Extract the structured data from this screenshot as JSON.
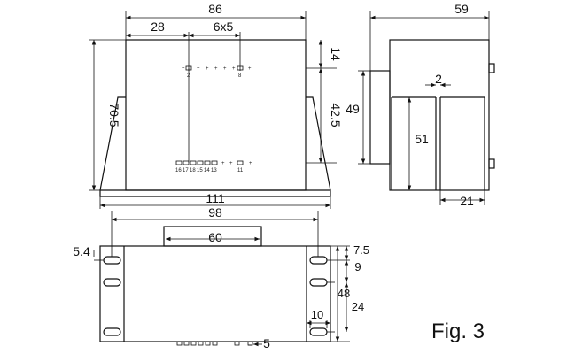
{
  "figure_label": "Fig. 3",
  "front_view": {
    "width": "86",
    "pin_offset": "28",
    "pin_pitch": "6x5",
    "height_total": "70.5",
    "top_offset": "14",
    "pin_row_spacing": "42.5",
    "top_pins": [
      {
        "label": "2"
      },
      {
        "label": "8"
      }
    ],
    "bottom_pins": [
      {
        "label": "16"
      },
      {
        "label": "17"
      },
      {
        "label": "18"
      },
      {
        "label": "15"
      },
      {
        "label": "14"
      },
      {
        "label": "13"
      },
      {
        "label": "11"
      }
    ],
    "base_width": "111"
  },
  "side_view": {
    "depth": "59",
    "height": "49",
    "inner_height": "51",
    "wall_thickness": "2",
    "leg_width": "21"
  },
  "bottom_view": {
    "mount_spacing": "98",
    "center_width": "60",
    "left_edge": "5.4",
    "slot_offset_top": "7.5",
    "slot_pitch": "9",
    "body_depth": "48",
    "slot_span": "24",
    "slot_length": "10",
    "pin_pitch": "5"
  }
}
